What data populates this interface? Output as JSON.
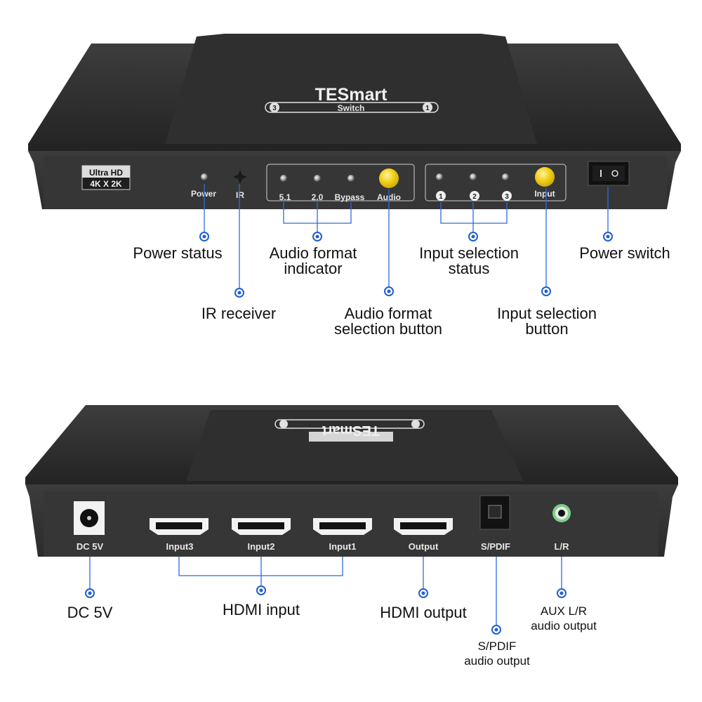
{
  "brand": {
    "name": "TESmart",
    "subtitle": "Switch",
    "port_left": "3",
    "port_right": "1",
    "badge_line1": "Ultra HD",
    "badge_line2": "4K X 2K"
  },
  "front_panel": {
    "power": "Power",
    "ir": "IR",
    "fmt_51": "5.1",
    "fmt_20": "2.0",
    "fmt_bypass": "Bypass",
    "audio_btn": "Audio",
    "in1": "1",
    "in2": "2",
    "in3": "3",
    "input_btn": "Input"
  },
  "front_callouts": {
    "power_status": "Power status",
    "ir_receiver": "IR receiver",
    "audio_format_indicator_l1": "Audio format",
    "audio_format_indicator_l2": "indicator",
    "audio_format_button_l1": "Audio format",
    "audio_format_button_l2": "selection button",
    "input_status_l1": "Input selection",
    "input_status_l2": "status",
    "input_button_l1": "Input selection",
    "input_button_l2": "button",
    "power_switch": "Power switch"
  },
  "rear_panel": {
    "dc": "DC 5V",
    "input3": "Input3",
    "input2": "Input2",
    "input1": "Input1",
    "output": "Output",
    "spdif": "S/PDIF",
    "lr": "L/R"
  },
  "rear_callouts": {
    "dc_5v": "DC 5V",
    "hdmi_input": "HDMI input",
    "hdmi_output": "HDMI output",
    "spdif_l1": "S/PDIF",
    "spdif_l2": "audio output",
    "aux_l1": "AUX L/R",
    "aux_l2": "audio output"
  },
  "colors": {
    "body": "#2b2b2b",
    "panel": "#3a3a3a",
    "accent_line": "#1f5fd0",
    "button": "#f3d21c"
  }
}
